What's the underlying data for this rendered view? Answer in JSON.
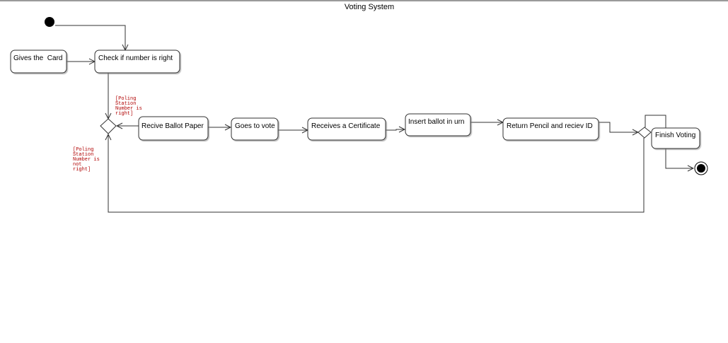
{
  "title": "Voting System",
  "activities": {
    "gives_card": "Gives the  Card",
    "check_number": "Check if number is right",
    "receive_ballot": "Recive Ballot Paper",
    "goes_to_vote": "Goes to vote",
    "receives_certificate": "Receives a Certificate",
    "insert_ballot": "Insert ballot in urn",
    "return_pencil": "Return Pencil and reciev ID",
    "finish_voting": "Finish Voting"
  },
  "guards": {
    "is_right": [
      "[Poling",
      "Station",
      "Number is",
      "right]"
    ],
    "not_right": [
      "[Poling",
      "Station",
      "Number is",
      "not",
      "right]"
    ]
  }
}
